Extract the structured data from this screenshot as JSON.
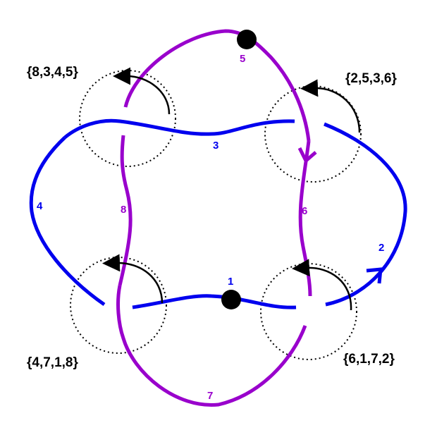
{
  "colors": {
    "blue": "#0000ee",
    "purple": "#9900cc",
    "black": "#000000"
  },
  "arc_labels": {
    "a1": "1",
    "a2": "2",
    "a3": "3",
    "a4": "4",
    "a5": "5",
    "a6": "6",
    "a7": "7",
    "a8": "8"
  },
  "crossings": {
    "top_left": "{8,3,4,5}",
    "top_right": "{2,5,3,6}",
    "bottom_left": "{4,7,1,8}",
    "bottom_right": "{6,1,7,2}"
  }
}
